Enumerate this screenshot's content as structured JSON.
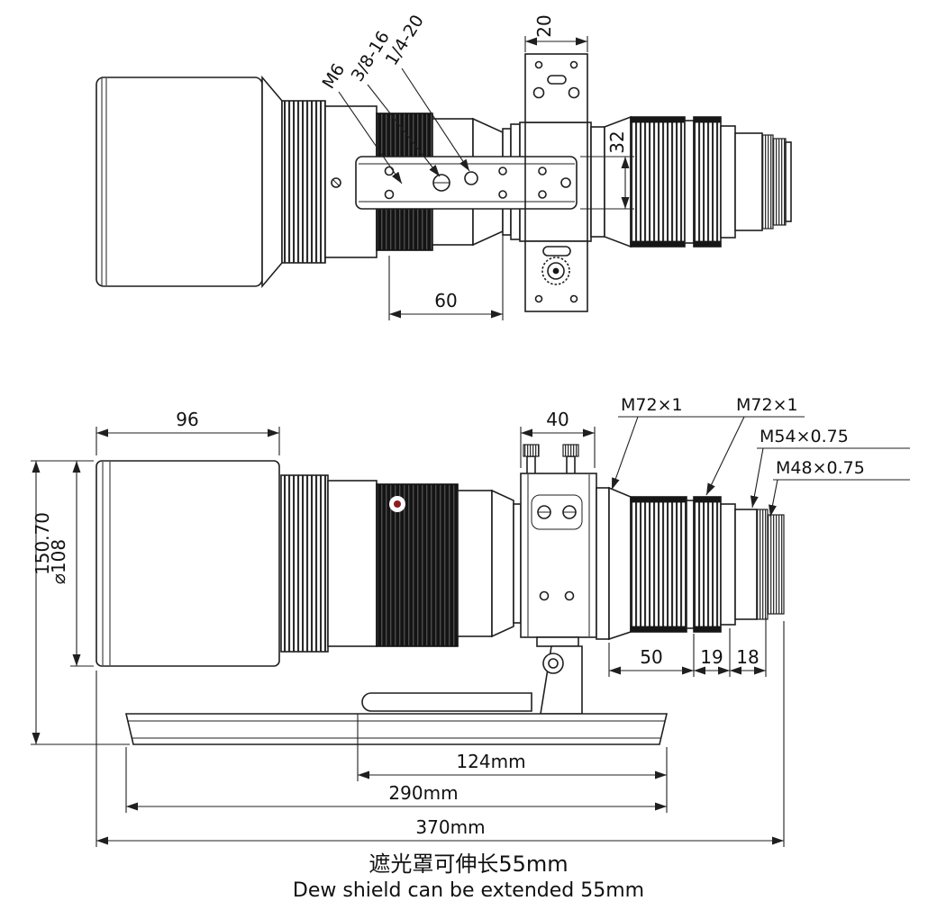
{
  "drawing": {
    "top_view": {
      "labels": {
        "m6": "M6",
        "thread_38_16": "3/8-16",
        "thread_14_20": "1/4-20"
      },
      "dims": {
        "clamp_20": "20",
        "holes_32": "32",
        "plate_60": "60"
      }
    },
    "side_view": {
      "dims": {
        "shield_96": "96",
        "rings_40": "40",
        "height_15070": "150.70",
        "dia_108": "⌀108",
        "rear_50": "50",
        "rear_19": "19",
        "rear_18": "18",
        "len_124": "124mm",
        "len_290": "290mm",
        "len_370": "370mm"
      },
      "labels": {
        "m72_a": "M72×1",
        "m72_b": "M72×1",
        "m54": "M54×0.75",
        "m48": "M48×0.75"
      }
    },
    "footer": {
      "note_cn": "遮光罩可伸长55mm",
      "note_en": "Dew shield can be extended 55mm"
    }
  }
}
